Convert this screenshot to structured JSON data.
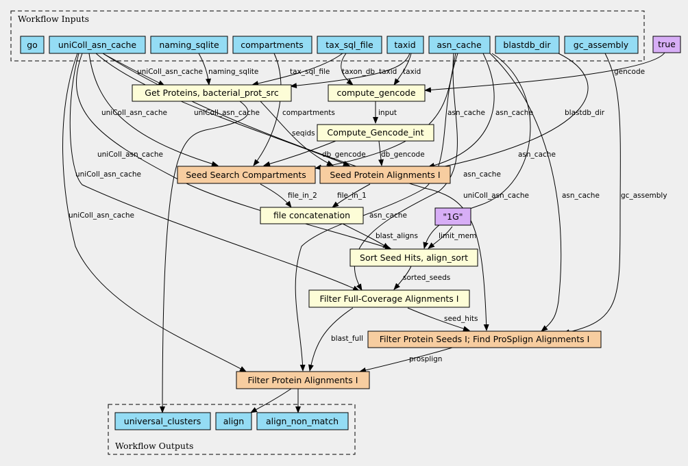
{
  "colors": {
    "input": "#94dcf4",
    "step": "#fdfdd7",
    "subworkflow": "#f7cda0",
    "constant": "#d7aef6"
  },
  "clusters": {
    "inputs": "Workflow Inputs",
    "outputs": "Workflow Outputs"
  },
  "nodes": {
    "go": "go",
    "unicoll": "uniColl_asn_cache",
    "naming": "naming_sqlite",
    "compartments": "compartments",
    "taxsql": "tax_sql_file",
    "taxid": "taxid",
    "asncache": "asn_cache",
    "blastdb": "blastdb_dir",
    "gcassembly": "gc_assembly",
    "true_const": "true",
    "getprot": "Get Proteins, bacterial_prot_src",
    "gencode": "compute_gencode",
    "gencodeint": "Compute_Gencode_int",
    "seedcomp": "Seed Search Compartments",
    "seedprot": "Seed Protein Alignments I",
    "fileconcat": "file concatenation",
    "const1g": "\"1G\"",
    "sortseed": "Sort Seed Hits, align_sort",
    "filterfull": "Filter Full-Coverage Alignments I",
    "filterseeds": "Filter Protein Seeds I; Find ProSplign Alignments I",
    "filterprot": "Filter Protein Alignments I",
    "univ": "universal_clusters",
    "align": "align",
    "alignnm": "align_non_match"
  },
  "edge_labels": {
    "e_unicoll_getprot": "uniColl_asn_cache",
    "e_naming_getprot": "naming_sqlite",
    "e_taxsql_getprot": "tax_sql_file",
    "e_taxsql_gencode": "taxon_db",
    "e_taxid_getprot": "taxid",
    "e_taxid_gencode": "taxid",
    "e_true_gencode": "gencode",
    "e_unicoll_seedcomp": "uniColl_asn_cache",
    "e_unicoll_seedprot": "uniColl_asn_cache",
    "e_comp_seedcomp": "compartments",
    "e_gencode_int": "input",
    "e_getprot_seedprot": "seqids",
    "e_asn_seedcomp": "asn_cache",
    "e_asn_seedprot": "asn_cache",
    "e_blastdb_seedprot": "blastdb_dir",
    "e_int_seedcomp": "db_gencode",
    "e_int_seedprot": "db_gencode",
    "e_unicoll_sort": "uniColl_asn_cache",
    "e_asn_sort": "asn_cache",
    "e_unicoll_ffull": "uniColl_asn_cache",
    "e_asn_ffull": "asn_cache",
    "e_unicoll_fseeds": "uniColl_asn_cache",
    "e_asn_fseeds": "asn_cache",
    "e_gc_fseeds": "gc_assembly",
    "e_unicoll_fprot": "uniColl_asn_cache",
    "e_asn_fprot": "asn_cache",
    "e_seedcomp_concat": "file_in_2",
    "e_seedprot_concat": "file_in_1",
    "e_concat_sort": "blast_aligns",
    "e_1g_sort": "limit_mem",
    "e_sort_ffull": "sorted_seeds",
    "e_ffull_fseeds": "seed_hits",
    "e_ffull_fprot": "blast_full",
    "e_fseeds_fprot": "prosplign"
  }
}
